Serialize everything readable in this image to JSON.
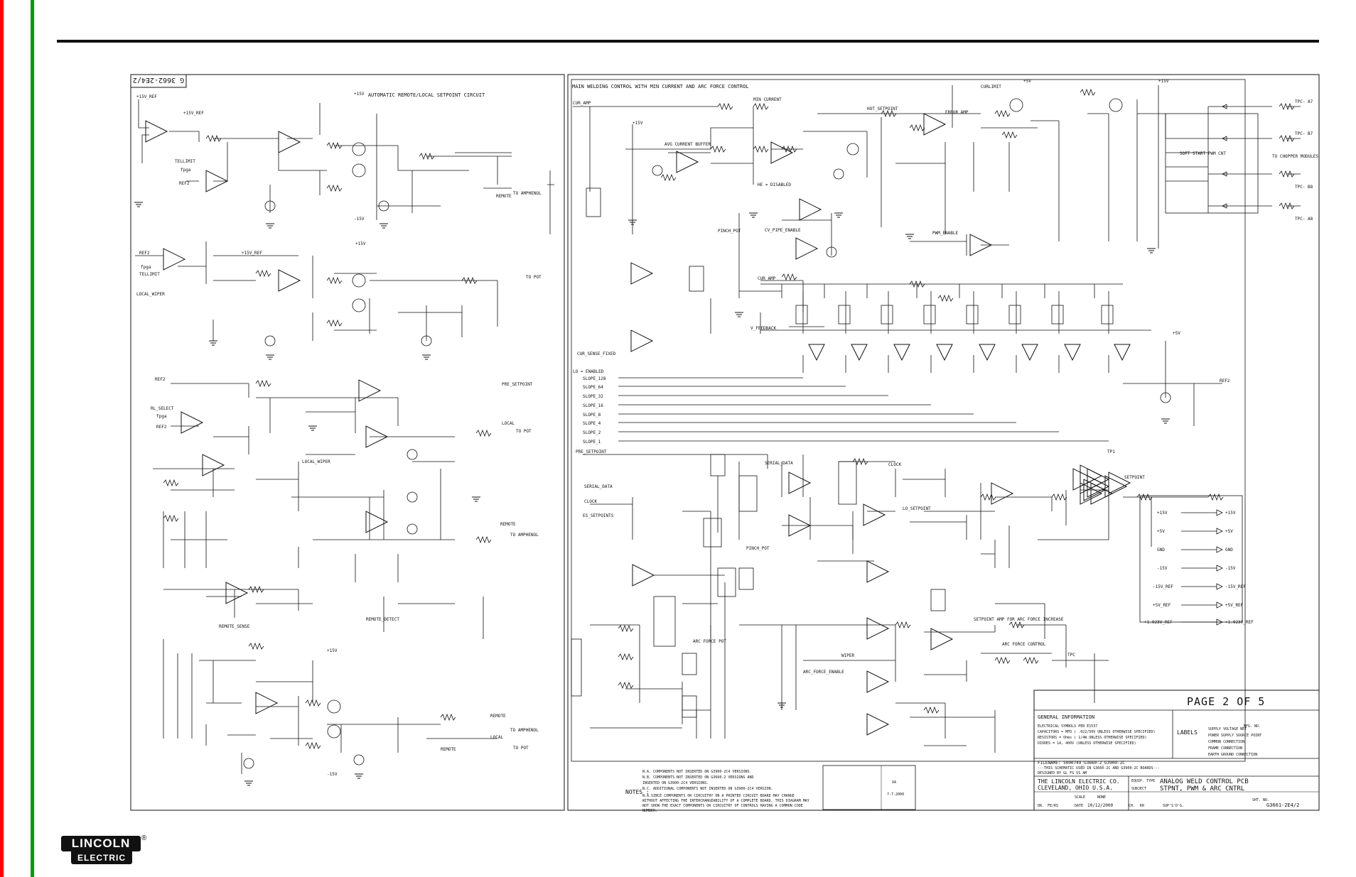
{
  "page": {
    "brand_top": "LINCOLN",
    "brand_bottom": "ELECTRIC",
    "brand_mark": "®"
  },
  "rot_label": "G 3662-2E4/2",
  "left_title": "AUTOMATIC REMOTE/LOCAL SETPOINT CIRCUIT",
  "right_title": "MAIN WELDING CONTROL WITH MIN CURRENT AND ARC FORCE CONTROL",
  "net": {
    "p15v": "+15V",
    "m15v": "-15V",
    "p5v": "+5V",
    "p15vref": "+15V_REF",
    "gnd": "GND",
    "p5vref": "+5V_REF",
    "p1023": "+1.023V_REF",
    "fpga": "fpga",
    "ref2": "REF2",
    "tel_limit": "TELLIMIT",
    "local_wiper": "LOCAL_WIPER",
    "rl_select": "RL_SELECT",
    "remote_sense": "REMOTE_SENSE",
    "remote_detect": "REMOTE_DETECT",
    "pre_setpoint": "PRE_SETPOINT",
    "cur_amp": "CUR_AMP",
    "min_current": "MIN CURRENT",
    "hot_setpoint": "HOT_SETPOINT",
    "error_amp": "ERROR AMP",
    "avg_buffer": "AVG CURRENT BUFFER",
    "he_disabled": "HE = DISABLED",
    "pwm_enable": "PWM_ENABLE",
    "cur_limit": "CURLIMIT",
    "soft_start": "SOFT START PWM CNT",
    "cv_pipe_enable": "CV_PIPE_ENABLE",
    "pinch_pot": "PINCH_POT",
    "v_feedback": "V_FEEDBACK",
    "cur_sense": "CUR_SENSE_FIXED",
    "lo_enabled": "LO = ENABLED",
    "serial_data": "SERIAL_DATA",
    "clock": "CLOCK",
    "es_setpoints": "ES_SETPOINTS",
    "lo_setpoint": "LO_SETPOINT",
    "setpoint": "SETPOINT",
    "arc_force_pot": "ARC FORCE POT",
    "wiper": "WIPER",
    "arc_force_enable": "ARC_FORCE_ENABLE",
    "arc_force_control": "ARC FORCE CONTROL",
    "setpoint_amp": "SETPOINT AMP FOR ARC FORCE INCREASE",
    "tpc": "TPC",
    "tp1": "TP1",
    "to_amphenol": "TO AMPHENOL",
    "to_pot": "TO POT",
    "remote": "REMOTE",
    "local": "LOCAL"
  },
  "slopes": [
    "SLOPE_128",
    "SLOPE_64",
    "SLOPE_32",
    "SLOPE_16",
    "SLOPE_8",
    "SLOPE_4",
    "SLOPE_2",
    "SLOPE_1"
  ],
  "tpc_outputs": [
    "TPC- A7",
    "TPC- B7",
    "TO CHOPPER MODULES",
    "TPC- B8",
    "TPC- A8"
  ],
  "legend": {
    "rows": [
      {
        "in": "+15V",
        "out": "+15V"
      },
      {
        "in": "+5V",
        "out": "+5V"
      },
      {
        "in": "GND",
        "out": "GND"
      },
      {
        "in": "-15V",
        "out": "-15V"
      },
      {
        "in": "-15V_REF",
        "out": "-15V_REF"
      },
      {
        "in": "+5V_REF",
        "out": "+5V_REF"
      },
      {
        "in": "+1.023V_REF",
        "out": "+1.023V_REF"
      }
    ]
  },
  "notes": {
    "label": "NOTES :",
    "lines": [
      "N.A.  COMPONENTS NOT INSERTED ON G3900-2C4 VERSIONS.",
      "N.B.  COMPONENTS NOT INSERTED ON G3660-2 VERSIONS AND",
      "      INSERTED ON G3900-2C4 VERSIONS.",
      "N.C.  ADDITIONAL COMPONENTS NOT INSERTED ON G3900-2C4 VERSION.",
      "N.A.SINCE COMPONENTS OR CIRCUITRY ON A PRINTED CIRCUIT BOARD MAY CHANGE",
      "WITHOUT AFFECTING THE INTERCHANGEABILITY OF A COMPLETE BOARD, THIS DIAGRAM MAY",
      "NOT SHOW THE EXACT COMPONENTS OR CIRCUITRY OF CONTROLS HAVING A COMMON CODE",
      "NUMBER."
    ]
  },
  "title_block": {
    "page": "PAGE 2 OF 5",
    "general": "GENERAL INFORMATION",
    "symbols": "ELECTRICAL SYMBOLS PER E1537",
    "caps": "CAPACITORS = MFD ( .022/50V UNLESS OTHERWISE SPECIFIED)",
    "resistors": "RESISTORS = Ohms ( 1/4W UNLESS OTHERWISE SPECIFIED)",
    "diodes": "DIODES = 1A, 400V  (UNLESS OTHERWISE SPECIFIED)",
    "labels": "LABELS",
    "label_items": [
      "SUPPLY VOLTAGE NET",
      "POWER SUPPLY SOURCE POINT",
      "COMMON CONNECTION",
      "FRAME CONNECTION",
      "EARTH GROUND CONNECTION"
    ],
    "filename": "FILENAME: 5000749_G3660-2_G3900-2C",
    "schematic_note": "---THIS SCHEMATIC USED IN G3660-2C AND G3900-2C BOARDS---",
    "designer": "DESIGNED BY GL FS SS AM",
    "company1": "THE LINCOLN ELECTRIC CO.",
    "company2": "CLEVELAND, OHIO U.S.A.",
    "title1": "ANALOG WELD CONTROL PCB",
    "title2": "STPNT, PWM & ARC CNTRL",
    "equip_type": "EQUIP. TYPE",
    "subject": "SUBJECT",
    "scale_label": "SCALE",
    "scale": "NONE",
    "date_label": "DATE",
    "date": "10/12/2000",
    "dr_label": "DR.",
    "dr": "FE/RS",
    "ch_label": "CH.",
    "ch": "KR",
    "supsd": "SUP'S'D'G.",
    "drawing_no_label": "SHT. NO.",
    "drawing_no": "G3661-2E4/2",
    "mfg": "MFG. NO.",
    "date2": "7-7-2000",
    "xa": "XA"
  }
}
